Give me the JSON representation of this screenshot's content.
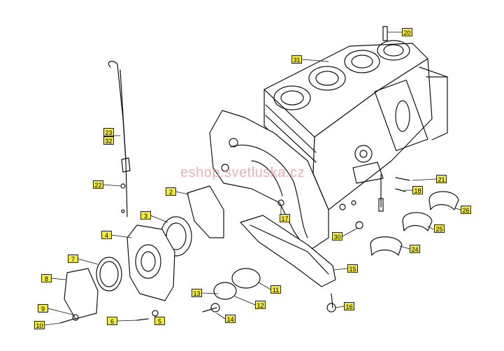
{
  "watermark": "eshop.svetluska.cz",
  "labels": [
    "20",
    "31",
    "23",
    "32",
    "22",
    "21",
    "18",
    "2",
    "17",
    "3",
    "4",
    "30",
    "26",
    "25",
    "7",
    "24",
    "15",
    "8",
    "11",
    "13",
    "12",
    "9",
    "14",
    "16",
    "6",
    "5",
    "10"
  ]
}
